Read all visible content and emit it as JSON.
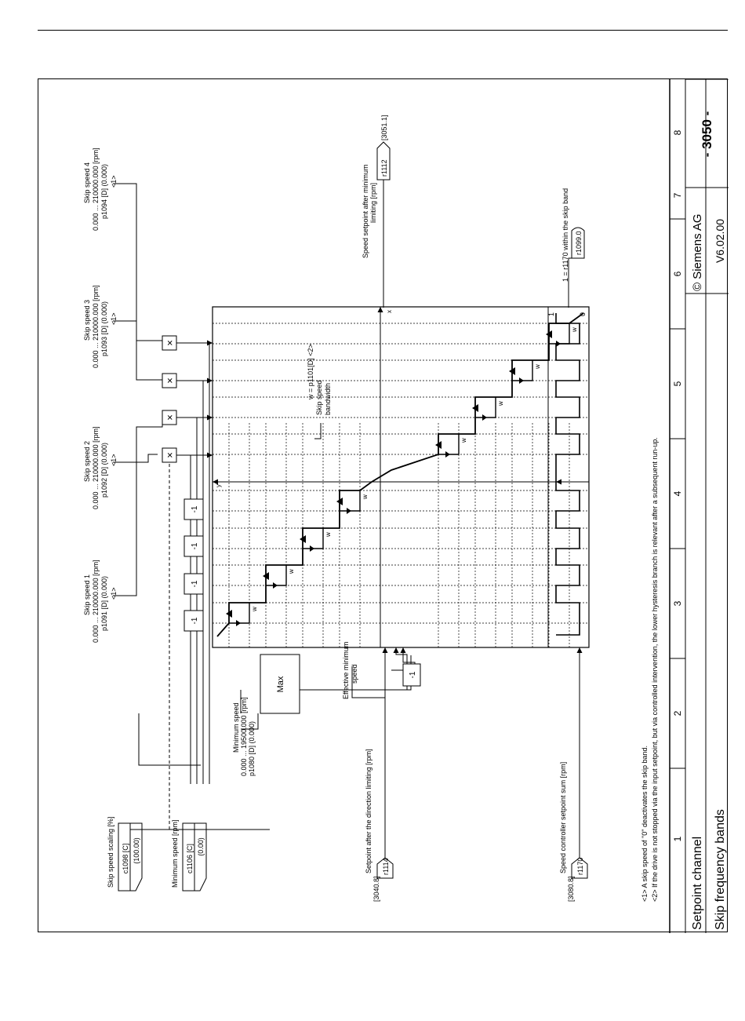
{
  "title_block": {
    "title": "Setpoint channel",
    "subtitle": "Skip frequency bands",
    "company": "© Siemens AG",
    "version": "V6.02.00",
    "sheet": "- 3050 -"
  },
  "columns": [
    "1",
    "2",
    "3",
    "4",
    "5",
    "6",
    "7",
    "8"
  ],
  "inputs": {
    "skip_scaling": {
      "label": "Skip speed scaling [%]",
      "param": "c1098 [C]",
      "value": "(100.00)"
    },
    "min_speed_conn": {
      "label": "Minimum speed [rpm]",
      "param": "c1106 [C]",
      "value": "(0.00)"
    },
    "min_speed_param": {
      "line1": "Minimum speed",
      "line2": "0.000 ... 19500.000 [rpm]",
      "line3": "p1080 [D] (0.000)"
    },
    "setpoint": {
      "label": "Setpoint after the direction limiting [rpm]",
      "param": "r1114",
      "ref": "[3040.8]"
    },
    "sum": {
      "label": "Speed controller setpoint sum [rpm]",
      "param": "r1170",
      "ref": "[3080.8]"
    }
  },
  "skip_speeds": [
    {
      "name": "Skip speed 1",
      "range": "0.000 ... 210000.000 [rpm]",
      "param": "p1091 [D] (0.000)",
      "note": "<1>"
    },
    {
      "name": "Skip speed 2",
      "range": "0.000 ... 210000.000 [rpm]",
      "param": "p1092 [D] (0.000)",
      "note": "<1>"
    },
    {
      "name": "Skip speed 3",
      "range": "0.000 ... 210000.000 [rpm]",
      "param": "p1093 [D] (0.000)",
      "note": "<1>"
    },
    {
      "name": "Skip speed 4",
      "range": "0.000 ... 210000.000 [rpm]",
      "param": "p1094 [D] (0.000)",
      "note": "<1>"
    }
  ],
  "blocks": {
    "max": "Max",
    "neg": "-1"
  },
  "labels": {
    "eff_min_1": "Effective minimum",
    "eff_min_2": "speed",
    "bw_1": "w = p1101[D] <2>",
    "bw_2": "Skip speed",
    "bw_3": "bandwidth",
    "x": "x",
    "y": "y",
    "w": "w",
    "one": "1",
    "zero": "0"
  },
  "outputs": {
    "setpoint": {
      "line1": "Speed setpoint after minimum",
      "line2": "limiting [rpm]",
      "param": "r1112",
      "ref": "[3051.1]"
    },
    "status": {
      "label": "1 = r1170 within the skip band",
      "param": "r1099.0"
    }
  },
  "footnotes": [
    "<1>   A skip speed of \"0\" deactivates the skip band.",
    "<2>   If the drive is not stopped via the input setpoint, but via controlled intervention, the lower hysteresis branch is relevant after a subsequent run-up."
  ]
}
